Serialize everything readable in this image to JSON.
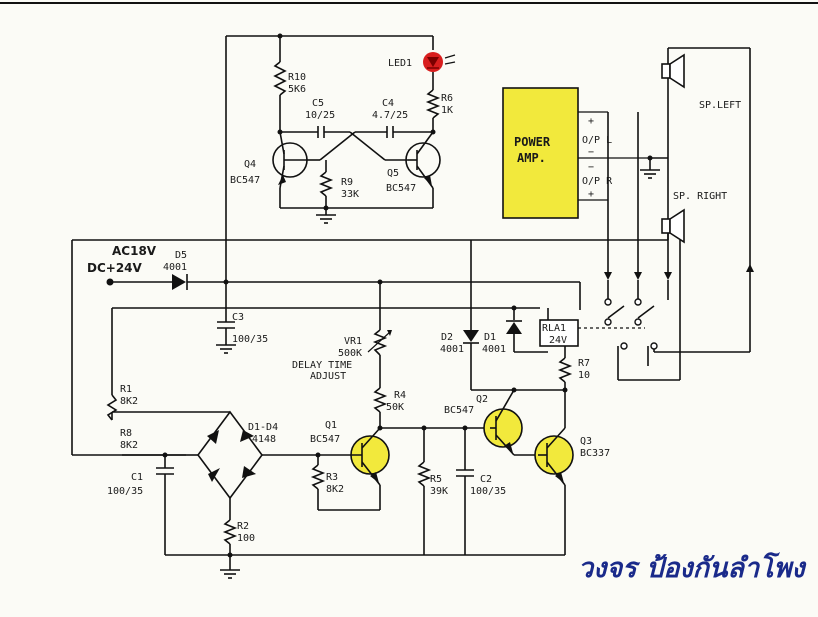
{
  "colors": {
    "ink": "#111111",
    "highlight": "#f2e93c",
    "led": "#d81e1e",
    "title": "#1a2a8a",
    "paper": "#fbfbf6"
  },
  "power": {
    "line1": "AC18V",
    "line2": "DC+24V"
  },
  "amp": {
    "line1": "POWER",
    "line2": "AMP."
  },
  "outputs": {
    "left": "O/P L",
    "right": "O/P R",
    "minus": "−",
    "plus": "+"
  },
  "speakers": {
    "left": "SP.LEFT",
    "right": "SP. RIGHT"
  },
  "relay": {
    "name": "RLA1",
    "voltage": "24V"
  },
  "vr1_note": {
    "line1": "DELAY TIME",
    "line2": "ADJUST"
  },
  "components": {
    "r10": {
      "name": "R10",
      "value": "5K6"
    },
    "led1": {
      "name": "LED1"
    },
    "r6": {
      "name": "R6",
      "value": "1K"
    },
    "c5": {
      "name": "C5",
      "value": "10/25"
    },
    "c4": {
      "name": "C4",
      "value": "4.7/25"
    },
    "q4": {
      "name": "Q4",
      "value": "BC547"
    },
    "q5": {
      "name": "Q5",
      "value": "BC547"
    },
    "r9": {
      "name": "R9",
      "value": "33K"
    },
    "d5": {
      "name": "D5",
      "value": "4001"
    },
    "c3": {
      "name": "C3",
      "value": "100/35"
    },
    "vr1": {
      "name": "VR1",
      "value": "500K"
    },
    "d2": {
      "name": "D2",
      "value": "4001"
    },
    "d1": {
      "name": "D1",
      "value": "4001"
    },
    "r7": {
      "name": "R7",
      "value": "10"
    },
    "r4": {
      "name": "R4",
      "value": "50K"
    },
    "q2": {
      "name": "Q2",
      "value": "BC547"
    },
    "q3": {
      "name": "Q3",
      "value": "BC337"
    },
    "r1": {
      "name": "R1",
      "value": "8K2"
    },
    "r8": {
      "name": "R8",
      "value": "8K2"
    },
    "c1": {
      "name": "C1",
      "value": "100/35"
    },
    "bridge": {
      "name": "D1-D4",
      "value": "4148"
    },
    "q1": {
      "name": "Q1",
      "value": "BC547"
    },
    "r3": {
      "name": "R3",
      "value": "8K2"
    },
    "r5": {
      "name": "R5",
      "value": "39K"
    },
    "c2": {
      "name": "C2",
      "value": "100/35"
    },
    "r2": {
      "name": "R2",
      "value": "100"
    }
  },
  "signature": "วงจร ป้องกันลำโพง"
}
